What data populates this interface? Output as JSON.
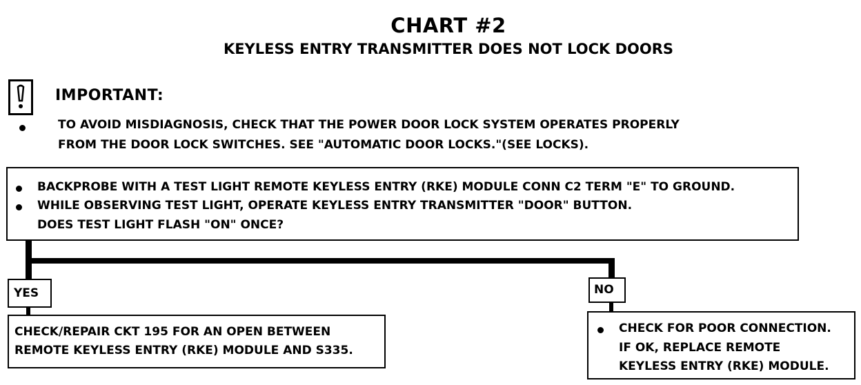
{
  "header": {
    "title": "CHART #2",
    "subtitle": "KEYLESS ENTRY TRANSMITTER DOES NOT LOCK DOORS"
  },
  "important": {
    "icon": "caution-icon",
    "label": "IMPORTANT:",
    "lines": [
      "TO AVOID MISDIAGNOSIS, CHECK THAT THE POWER DOOR LOCK SYSTEM OPERATES PROPERLY",
      "FROM THE DOOR LOCK SWITCHES.  SEE \"AUTOMATIC DOOR LOCKS.\"(SEE LOCKS)."
    ]
  },
  "step1": {
    "bullets": [
      "BACKPROBE WITH A TEST LIGHT REMOTE KEYLESS ENTRY (RKE) MODULE CONN C2 TERM \"E\" TO GROUND.",
      "WHILE OBSERVING TEST LIGHT, OPERATE KEYLESS ENTRY TRANSMITTER \"DOOR\" BUTTON."
    ],
    "question": "DOES TEST LIGHT FLASH \"ON\" ONCE?"
  },
  "yes_branch": {
    "label": "YES",
    "lines": [
      "CHECK/REPAIR CKT 195 FOR AN OPEN BETWEEN",
      "REMOTE KEYLESS ENTRY (RKE) MODULE AND S335."
    ]
  },
  "no_branch": {
    "label": "NO",
    "lines": [
      "CHECK FOR POOR CONNECTION.",
      "IF OK, REPLACE REMOTE",
      "KEYLESS ENTRY (RKE) MODULE."
    ]
  }
}
